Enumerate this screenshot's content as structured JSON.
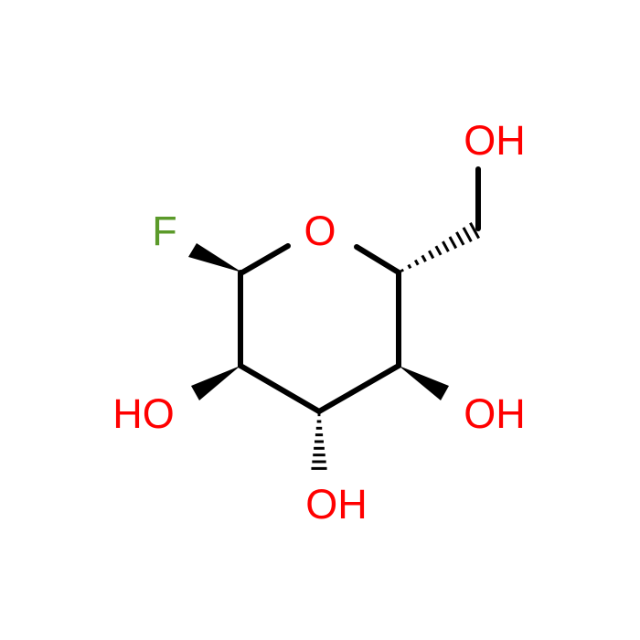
{
  "colors": {
    "background": "#ffffff",
    "bond": "#000000",
    "oxygen": "#ff0000",
    "fluorine": "#5b9a2a"
  },
  "atoms": {
    "ring_oxygen": "O",
    "fluorine": "F",
    "oh_c6": "OH",
    "oh_c2": "HO",
    "oh_c3": "OH",
    "oh_c4": "OH"
  }
}
